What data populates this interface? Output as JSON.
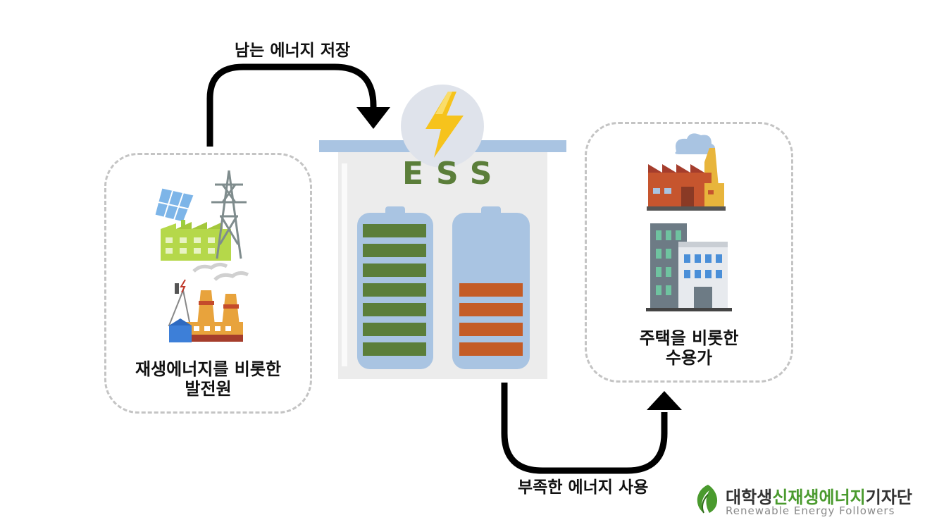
{
  "arrows": {
    "store_label": "남는 에너지 저장",
    "use_label": "부족한 에너지 사용"
  },
  "source": {
    "label_line1": "재생에너지를 비롯한",
    "label_line2": "발전원",
    "icons": [
      "solar-panel-icon",
      "transmission-tower-icon",
      "green-factory-icon",
      "power-plant-icon"
    ]
  },
  "ess": {
    "title": "ESS",
    "batteries": [
      {
        "name": "full-battery",
        "filled_bars": 7,
        "total_bars": 7,
        "color": "#5b7e3a"
      },
      {
        "name": "partial-battery",
        "filled_bars": 4,
        "total_bars": 7,
        "color": "#c45c26"
      }
    ],
    "icon": "lightning-icon"
  },
  "consumer": {
    "label_line1": "주택을 비롯한",
    "label_line2": "수용가",
    "icons": [
      "factory-icon",
      "office-building-icon"
    ]
  },
  "logo": {
    "part1": "대학생",
    "part2": "신재생에너지",
    "part3": "기자단",
    "subtitle": "Renewable Energy Followers",
    "colors": {
      "dark": "#333333",
      "green": "#4a9a2e"
    }
  }
}
